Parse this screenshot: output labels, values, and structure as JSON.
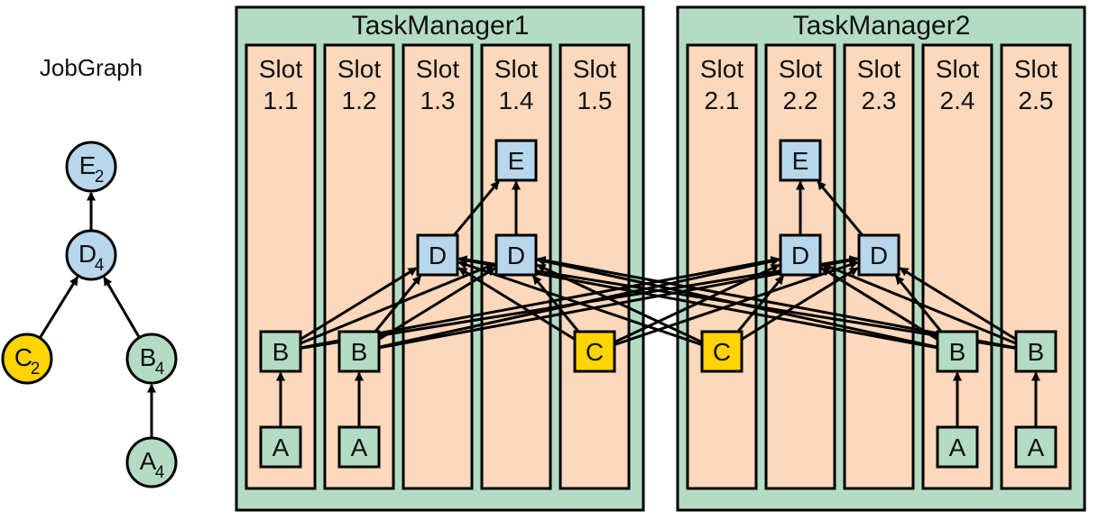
{
  "jobgraph": {
    "title": "JobGraph",
    "nodes": [
      {
        "id": "E",
        "letter": "E",
        "sub": "2",
        "kind": "blue"
      },
      {
        "id": "D",
        "letter": "D",
        "sub": "4",
        "kind": "blue"
      },
      {
        "id": "C",
        "letter": "C",
        "sub": "2",
        "kind": "yellow"
      },
      {
        "id": "B",
        "letter": "B",
        "sub": "4",
        "kind": "green"
      },
      {
        "id": "A",
        "letter": "A",
        "sub": "4",
        "kind": "green"
      }
    ],
    "edges": [
      [
        "D",
        "E"
      ],
      [
        "C",
        "D"
      ],
      [
        "B",
        "D"
      ],
      [
        "A",
        "B"
      ]
    ]
  },
  "task_managers": [
    {
      "name": "TaskManager1",
      "slots": [
        {
          "label": "Slot",
          "num": "1.1"
        },
        {
          "label": "Slot",
          "num": "1.2"
        },
        {
          "label": "Slot",
          "num": "1.3"
        },
        {
          "label": "Slot",
          "num": "1.4"
        },
        {
          "label": "Slot",
          "num": "1.5"
        }
      ]
    },
    {
      "name": "TaskManager2",
      "slots": [
        {
          "label": "Slot",
          "num": "2.1"
        },
        {
          "label": "Slot",
          "num": "2.2"
        },
        {
          "label": "Slot",
          "num": "2.3"
        },
        {
          "label": "Slot",
          "num": "2.4"
        },
        {
          "label": "Slot",
          "num": "2.5"
        }
      ]
    }
  ],
  "tasks": [
    {
      "id": "A11",
      "label": "A",
      "kind": "green"
    },
    {
      "id": "B11",
      "label": "B",
      "kind": "green"
    },
    {
      "id": "A12",
      "label": "A",
      "kind": "green"
    },
    {
      "id": "B12",
      "label": "B",
      "kind": "green"
    },
    {
      "id": "D13",
      "label": "D",
      "kind": "blue"
    },
    {
      "id": "D14",
      "label": "D",
      "kind": "blue"
    },
    {
      "id": "E14",
      "label": "E",
      "kind": "blue"
    },
    {
      "id": "C15",
      "label": "C",
      "kind": "yellow"
    },
    {
      "id": "C21",
      "label": "C",
      "kind": "yellow"
    },
    {
      "id": "E22",
      "label": "E",
      "kind": "blue"
    },
    {
      "id": "D22",
      "label": "D",
      "kind": "blue"
    },
    {
      "id": "D23",
      "label": "D",
      "kind": "blue"
    },
    {
      "id": "B24",
      "label": "B",
      "kind": "green"
    },
    {
      "id": "A24",
      "label": "A",
      "kind": "green"
    },
    {
      "id": "B25",
      "label": "B",
      "kind": "green"
    },
    {
      "id": "A25",
      "label": "A",
      "kind": "green"
    }
  ],
  "task_edges": [
    [
      "A11",
      "B11"
    ],
    [
      "A12",
      "B12"
    ],
    [
      "A24",
      "B24"
    ],
    [
      "A25",
      "B25"
    ],
    [
      "D13",
      "E14"
    ],
    [
      "D14",
      "E14"
    ],
    [
      "D22",
      "E22"
    ],
    [
      "D23",
      "E22"
    ],
    [
      "B11",
      "D13"
    ],
    [
      "B11",
      "D14"
    ],
    [
      "B11",
      "D22"
    ],
    [
      "B11",
      "D23"
    ],
    [
      "B12",
      "D13"
    ],
    [
      "B12",
      "D14"
    ],
    [
      "B12",
      "D22"
    ],
    [
      "B12",
      "D23"
    ],
    [
      "B24",
      "D13"
    ],
    [
      "B24",
      "D14"
    ],
    [
      "B24",
      "D22"
    ],
    [
      "B24",
      "D23"
    ],
    [
      "B25",
      "D13"
    ],
    [
      "B25",
      "D14"
    ],
    [
      "B25",
      "D22"
    ],
    [
      "B25",
      "D23"
    ],
    [
      "C15",
      "D13"
    ],
    [
      "C15",
      "D14"
    ],
    [
      "C15",
      "D22"
    ],
    [
      "C15",
      "D23"
    ],
    [
      "C21",
      "D13"
    ],
    [
      "C21",
      "D14"
    ],
    [
      "C21",
      "D22"
    ],
    [
      "C21",
      "D23"
    ]
  ],
  "colors": {
    "task_manager_fill": "#b4dcc4",
    "slot_fill": "#fcd8bc",
    "blue": "#b8d7ec",
    "green": "#b4dcc4",
    "yellow": "#ffd400",
    "stroke": "#000000"
  }
}
